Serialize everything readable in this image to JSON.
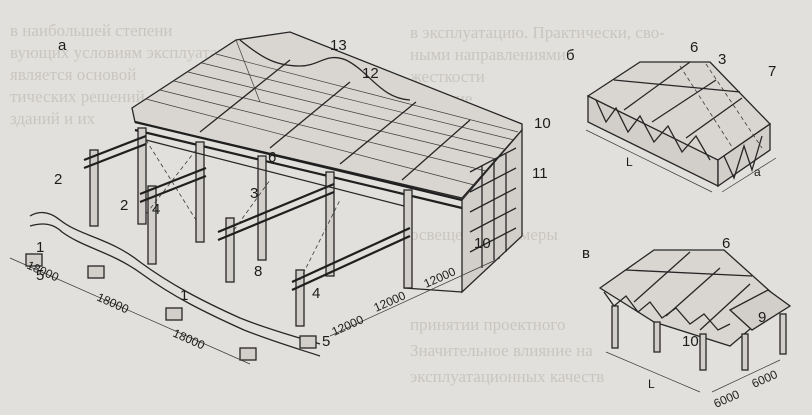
{
  "background_text": [
    "в наибольшей степени",
    "вующих условиям эксплуатации.",
    "является основой",
    "тических решений",
    "зданий и их",
    "в эксплуатацию. Практически, сво-",
    "ными направлениями",
    "жесткости",
    "решение",
    "освещения, размеры",
    "принятии проектного",
    "Значительное влияние на",
    "эксплуатационных качеств"
  ],
  "fig_a": {
    "panel_label": "а",
    "callouts": [
      "1",
      "1",
      "2",
      "2",
      "3",
      "4",
      "4",
      "5",
      "5",
      "6",
      "8",
      "10",
      "10",
      "11",
      "12",
      "13"
    ],
    "dims_long": [
      "18000",
      "18000",
      "18000"
    ],
    "dims_bay": [
      "12000",
      "12000",
      "12000"
    ]
  },
  "fig_b": {
    "panel_label": "б",
    "callouts": [
      "6",
      "3",
      "7"
    ],
    "dims": [
      "L",
      "a"
    ]
  },
  "fig_c": {
    "panel_label": "в",
    "callouts": [
      "6",
      "9",
      "10"
    ],
    "dims": [
      "L",
      "6000",
      "6000"
    ]
  }
}
